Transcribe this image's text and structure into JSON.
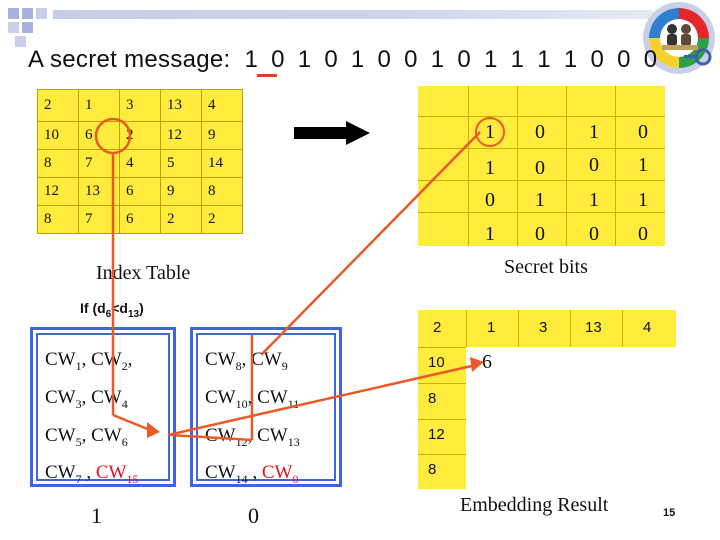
{
  "title": {
    "label": "A secret message:",
    "bits": "1 0 1 0   1 0 0 1   0 1 1 1   1 0 0 0"
  },
  "index_table": {
    "rows": [
      [
        "2",
        "1",
        "3",
        "13",
        "4"
      ],
      [
        "10",
        "6",
        "2",
        "12",
        "9"
      ],
      [
        "8",
        "7",
        "4",
        "5",
        "14"
      ],
      [
        "12",
        "13",
        "6",
        "9",
        "8"
      ],
      [
        "8",
        "7",
        "6",
        "2",
        "2"
      ]
    ],
    "caption": "Index Table"
  },
  "secret_bits": {
    "rows": [
      [
        "1",
        "0",
        "1",
        "0"
      ],
      [
        "1",
        "0",
        "0",
        "1"
      ],
      [
        "0",
        "1",
        "1",
        "1"
      ],
      [
        "1",
        "0",
        "0",
        "0"
      ]
    ],
    "caption": "Secret bits"
  },
  "condition": {
    "text": "If (d",
    "s1": "6",
    "mid": "<d",
    "s2": "13",
    "end": ")"
  },
  "group_one": {
    "lines": [
      [
        {
          "t": "CW"
        },
        {
          "s": "1"
        },
        {
          "t": ", CW"
        },
        {
          "s": "2"
        },
        {
          "t": ","
        }
      ],
      [
        {
          "t": "CW"
        },
        {
          "s": "3"
        },
        {
          "t": ", CW"
        },
        {
          "s": "4"
        }
      ],
      [
        {
          "t": "CW"
        },
        {
          "s": "5"
        },
        {
          "t": ", CW"
        },
        {
          "s": "6"
        }
      ],
      [
        {
          "t": "CW"
        },
        {
          "s": "7"
        },
        {
          "t": " , "
        },
        {
          "t": "CW",
          "r": true
        },
        {
          "s": "15",
          "r": true
        }
      ]
    ],
    "label": "1"
  },
  "group_zero": {
    "lines": [
      [
        {
          "t": "CW"
        },
        {
          "s": "8"
        },
        {
          "t": ", CW"
        },
        {
          "s": "9"
        }
      ],
      [
        {
          "t": "CW"
        },
        {
          "s": "10"
        },
        {
          "t": ", CW"
        },
        {
          "s": "11"
        }
      ],
      [
        {
          "t": "CW"
        },
        {
          "s": "12"
        },
        {
          "t": ", CW"
        },
        {
          "s": "13"
        }
      ],
      [
        {
          "t": "CW"
        },
        {
          "s": "14"
        },
        {
          "t": " , "
        },
        {
          "t": "CW",
          "r": true
        },
        {
          "s": "0",
          "r": true
        }
      ]
    ],
    "label": "0"
  },
  "embedding": {
    "top_row": [
      "2",
      "1",
      "3",
      "13",
      "4"
    ],
    "left_col": [
      "10",
      "8",
      "12",
      "8"
    ],
    "result": "6",
    "caption": "Embedding Result"
  },
  "slide_number": "15",
  "colors": {
    "yellow": "#ffeb3b",
    "blue": "#3e64e0",
    "red_arrow": "#e85a28",
    "red_text": "#e0121e"
  },
  "logo_icon": "people-and-key-logo"
}
